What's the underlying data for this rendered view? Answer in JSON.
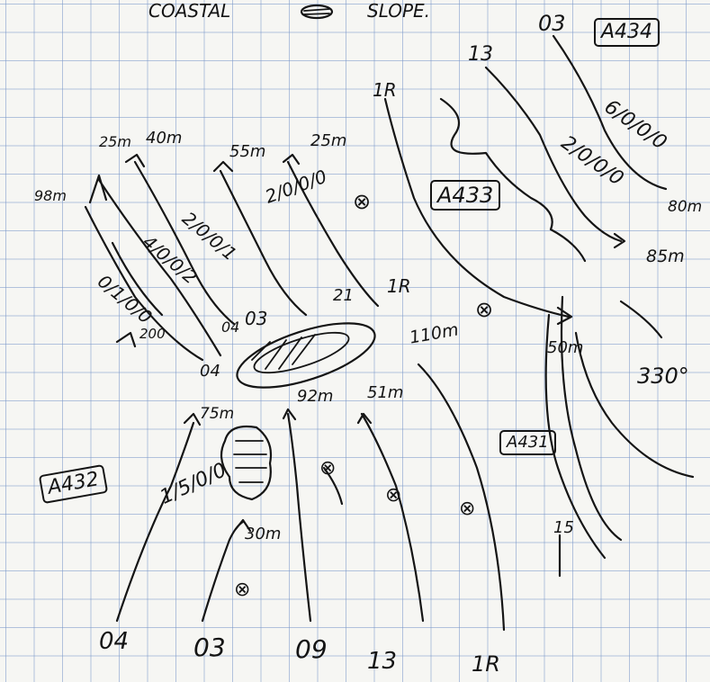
{
  "sheet": {
    "heading_left": "COASTAL",
    "heading_right": "SLOPE."
  },
  "boxes": {
    "a434": "A434",
    "a433": "A433",
    "a432": "A432",
    "a431": "A431"
  },
  "marks": {
    "lbl_03_top": "03",
    "lbl_13_top": "13",
    "lbl_1r_top": "1R",
    "code_6000": "6/0/0/0",
    "code_2000_right": "2/0/0/0",
    "dist_80": "80m",
    "dist_85": "85m",
    "dist_25a": "25m",
    "dist_40": "40m",
    "dist_98": "98m",
    "dist_55": "55m",
    "dist_25b": "25m",
    "code_2001": "2/0/0/1",
    "code_2000_mid": "2/0/0/0",
    "code_4002": "4/0/0/2",
    "code_0100": "0/1/0/0",
    "lbl_21": "21",
    "lbl_1r_mid": "1R",
    "dist_110": "110m",
    "lbl_04a": "04",
    "lbl_03_mid": "03",
    "dist_200": "200",
    "lbl_04b": "04",
    "dist_50": "50m",
    "dist_330": "330°",
    "dist_75": "75m",
    "dist_92": "92m",
    "dist_51": "51m",
    "code_1500": "1/5/0/0",
    "dist_30": "30m",
    "lbl_15": "15",
    "bot_04": "04",
    "bot_03": "03",
    "bot_09": "09",
    "bot_13": "13",
    "bot_1r": "1R",
    "x_mark": "⊗"
  }
}
